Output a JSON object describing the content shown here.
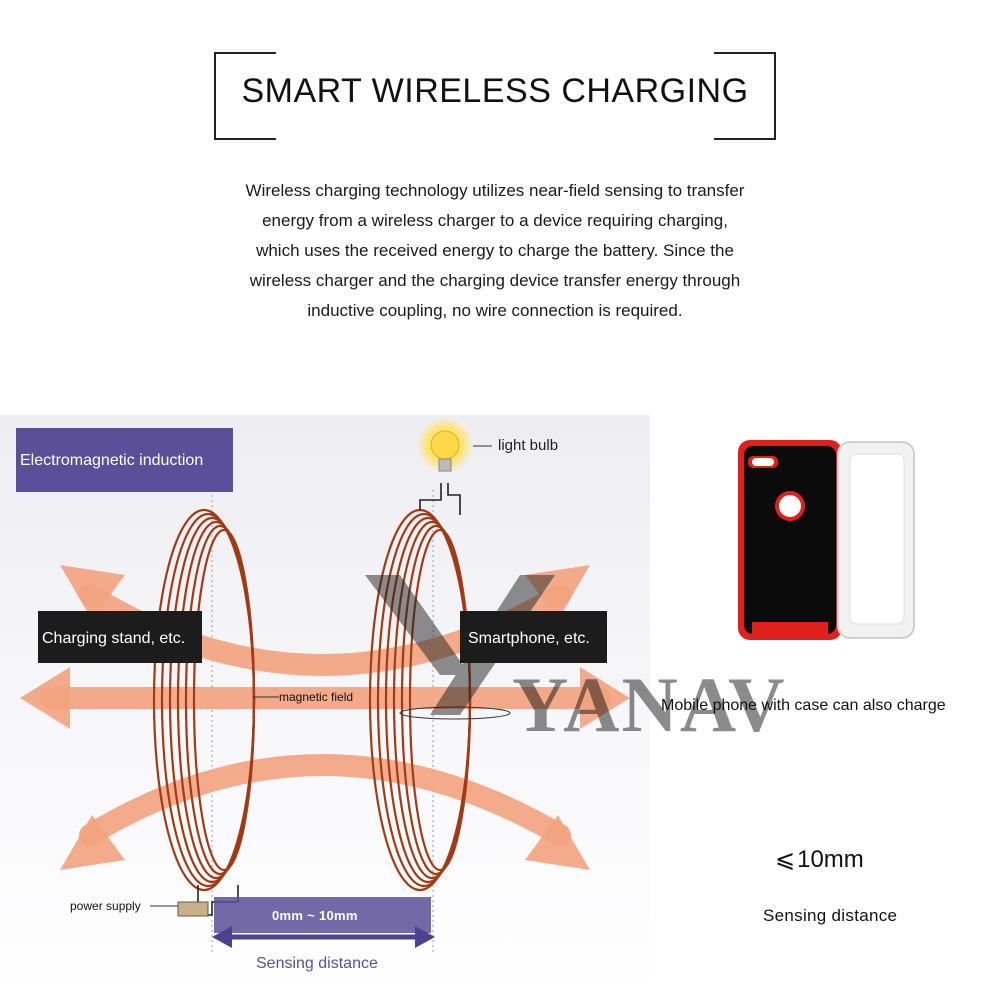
{
  "header": {
    "title": "SMART WIRELESS CHARGING"
  },
  "intro": {
    "lines": [
      "Wireless charging technology utilizes near-field sensing to transfer",
      "energy from a wireless charger to a device requiring charging,",
      "which uses the received energy to charge the battery. Since the",
      "wireless charger and the charging device transfer energy through",
      "inductive coupling, no wire connection is required."
    ]
  },
  "diagram": {
    "em_label": "Electromagnetic induction",
    "stand_label": "Charging stand, etc.",
    "phone_label": "Smartphone, etc.",
    "bulb_label": "light bulb",
    "field_label": "magnetic field",
    "power_label": "power supply",
    "range_label": "0mm ~ 10mm",
    "sensing_label": "Sensing distance",
    "watermark": "YANAV"
  },
  "phone": {
    "caption": "Mobile phone with case can also charge"
  },
  "distance": {
    "symbol": "⩽",
    "value": "10mm",
    "caption": "Sensing distance"
  },
  "colors": {
    "accent": "#5a4f98",
    "coil": "#a23a14",
    "field": "#f2a27e",
    "case_red": "#e0201c"
  }
}
